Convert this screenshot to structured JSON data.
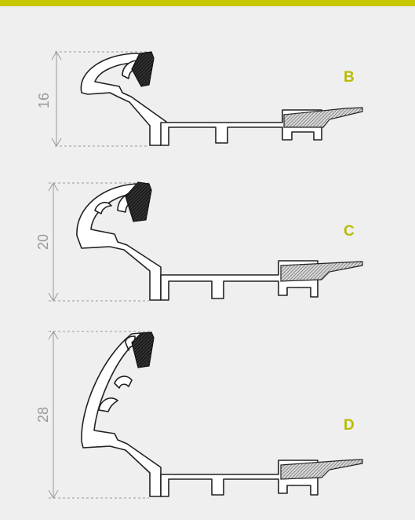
{
  "colors": {
    "accent": "#c8c800",
    "label_accent": "#b9bc00",
    "background": "#efefef",
    "outline": "#222222",
    "dimension": "#9a9a9a"
  },
  "profiles": [
    {
      "variant": "B",
      "dimension": "16"
    },
    {
      "variant": "C",
      "dimension": "20"
    },
    {
      "variant": "D",
      "dimension": "28"
    }
  ]
}
